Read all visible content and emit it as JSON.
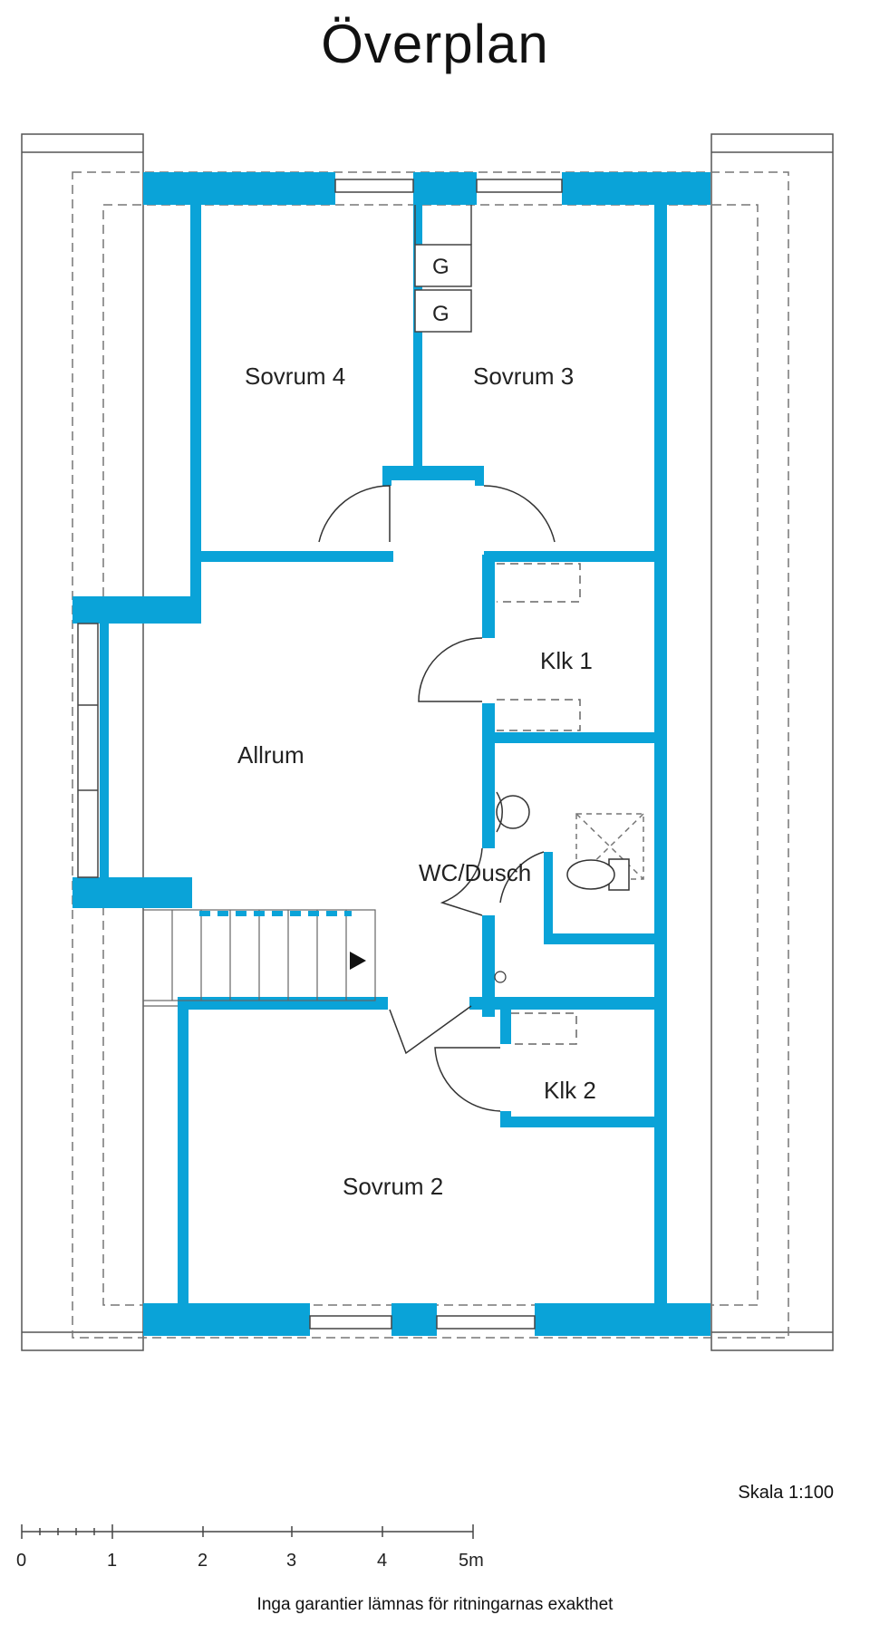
{
  "title": "Överplan",
  "rooms": {
    "sovrum4": "Sovrum 4",
    "sovrum3": "Sovrum 3",
    "allrum": "Allrum",
    "klk1": "Klk 1",
    "wc": "WC/Dusch",
    "klk2": "Klk 2",
    "sovrum2": "Sovrum 2"
  },
  "chimney": {
    "top": "G",
    "bottom": "G"
  },
  "scale": {
    "ticks": [
      "0",
      "1",
      "2",
      "3",
      "4",
      "5m"
    ],
    "text": "Skala 1:100"
  },
  "disclaimer": "Inga garantier lämnas för ritningarnas exakthet",
  "colors": {
    "wall": "#0aa3d8",
    "line": "#333333"
  }
}
